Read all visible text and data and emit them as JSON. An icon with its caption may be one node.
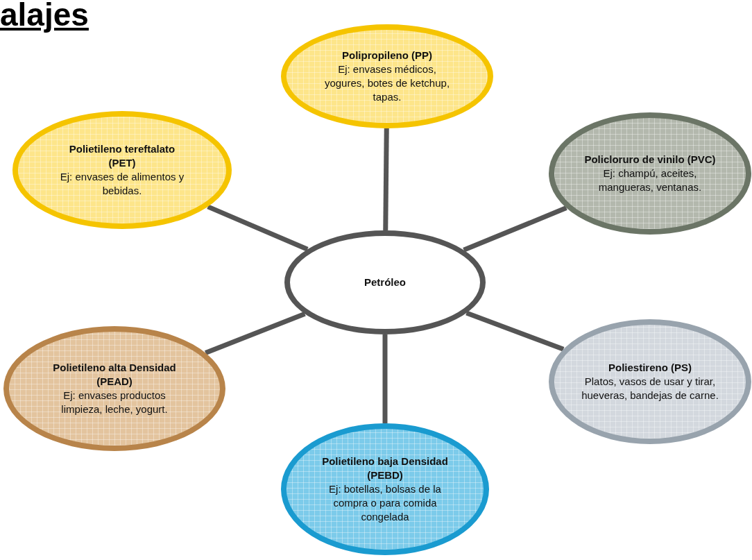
{
  "diagram": {
    "title": "alajes",
    "nodes": [
      {
        "text": [
          "Petróleo"
        ]
      },
      {
        "text": [
          "Polipropileno (PP)",
          "Ej: envases médicos, yogures, botes de ketchup, tapas."
        ]
      },
      {
        "text": [
          "Polietileno tereftalato (PET)",
          "Ej: envases de alimentos y bebidas."
        ]
      },
      {
        "text": [
          "Policloruro de vinilo (PVC)",
          "Ej: champú, aceites, mangueras, ventanas."
        ]
      },
      {
        "text": [
          "Polietileno alta Densidad (PEAD)",
          "Ej: envases productos limpieza, leche, yogurt."
        ]
      },
      {
        "text": [
          "Poliestireno (PS)",
          "Platos, vasos de usar y tirar, hueveras, bandejas de carne."
        ]
      },
      {
        "text": [
          "Polietileno baja Densidad (PEBD)",
          "Ej: botellas, bolsas de la compra o para comida congelada"
        ]
      }
    ],
    "edges": [
      {
        "from": 0,
        "to": 1,
        "arrow": "none"
      },
      {
        "from": 0,
        "to": 2,
        "arrow": "none"
      },
      {
        "from": 0,
        "to": 3,
        "arrow": "none"
      },
      {
        "from": 0,
        "to": 4,
        "arrow": "none"
      },
      {
        "from": 0,
        "to": 5,
        "arrow": "none"
      },
      {
        "from": 0,
        "to": 6,
        "arrow": "none"
      }
    ]
  }
}
